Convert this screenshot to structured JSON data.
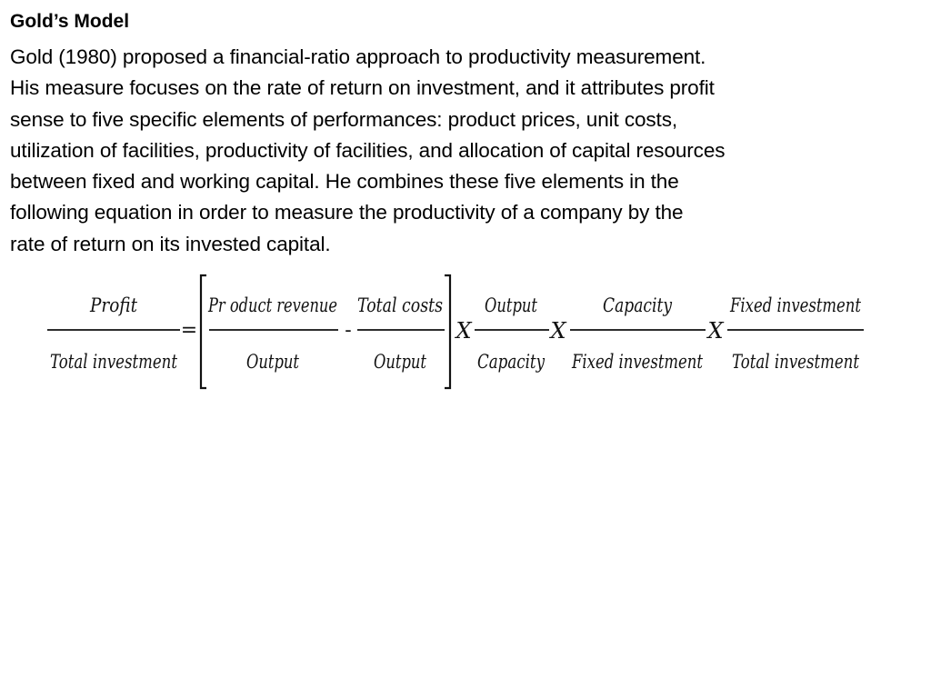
{
  "heading": "Gold’s Model",
  "paragraph_lines": [
    "Gold (1980) proposed a financial-ratio approach to productivity measurement.",
    "His measure focuses on the rate of return on investment, and it attributes profit",
    "sense to five specific elements of performances: product prices, unit costs,",
    "utilization of facilities, productivity of facilities, and allocation of capital resources",
    "between fixed and working capital. He combines these five elements in the",
    "following equation in order to measure the productivity of a company by the",
    "rate of return on its invested capital."
  ],
  "equation": {
    "lhs": {
      "numerator": "Profit",
      "denominator": "Total investment"
    },
    "equals": "=",
    "bracket": {
      "term1": {
        "numerator": "Pr oduct revenue",
        "denominator": "Output"
      },
      "minus": "-",
      "term2": {
        "numerator": "Total costs",
        "denominator": "Output"
      }
    },
    "times": "X",
    "factor1": {
      "numerator": "Output",
      "denominator": "Capacity"
    },
    "factor2": {
      "numerator": "Capacity",
      "denominator": "Fixed investment"
    },
    "factor3": {
      "numerator": "Fixed investment",
      "denominator": "Total investment"
    }
  }
}
